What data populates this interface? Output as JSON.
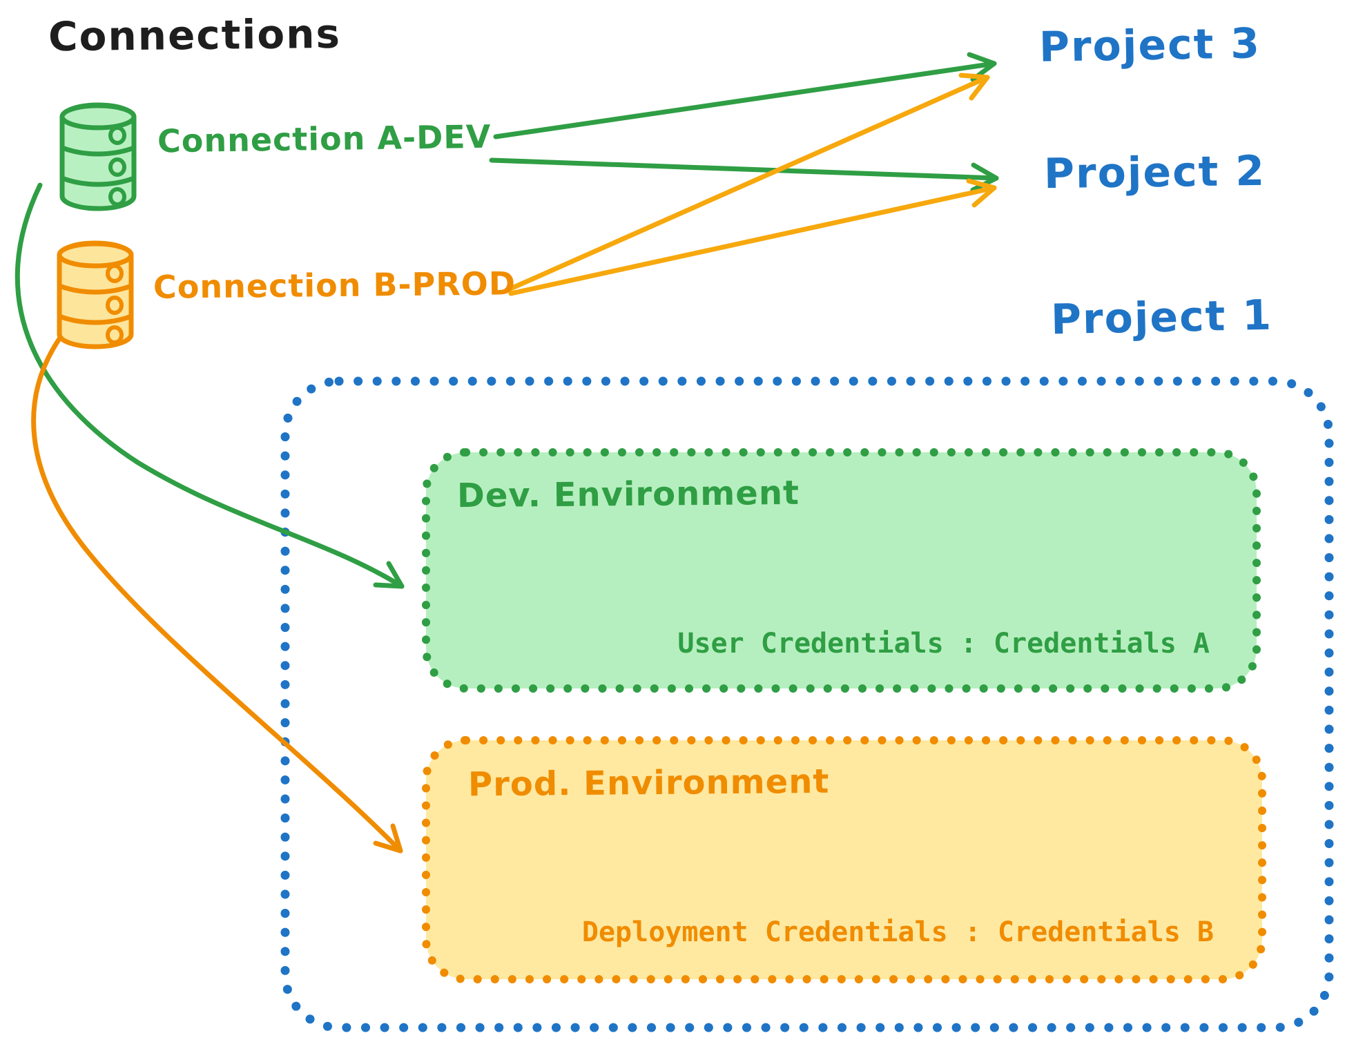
{
  "title": "Connections",
  "connections": [
    {
      "label": "Connection A-DEV",
      "color": "#2f9e44"
    },
    {
      "label": "Connection B-PROD",
      "color": "#f08c00"
    }
  ],
  "projects": [
    {
      "label": "Project 3"
    },
    {
      "label": "Project 2"
    },
    {
      "label": "Project 1"
    }
  ],
  "environments": [
    {
      "title": "Dev. Environment",
      "credentials": "User Credentials : Credentials A"
    },
    {
      "title": "Prod. Environment",
      "credentials": "Deployment Credentials : Credentials B"
    }
  ],
  "icons": [
    {
      "name": "database-icon-dev",
      "shape": "cylinder-database",
      "color": "#2f9e44"
    },
    {
      "name": "database-icon-prod",
      "shape": "cylinder-database",
      "color": "#f08c00"
    }
  ],
  "colors": {
    "green": "#2f9e44",
    "green_fill": "#b6efbf",
    "orange": "#f08c00",
    "orange_fill": "#ffe9a1",
    "orange_arrow": "#f7a80d",
    "blue": "#1f74c6",
    "title_black": "#1e1e1e"
  }
}
